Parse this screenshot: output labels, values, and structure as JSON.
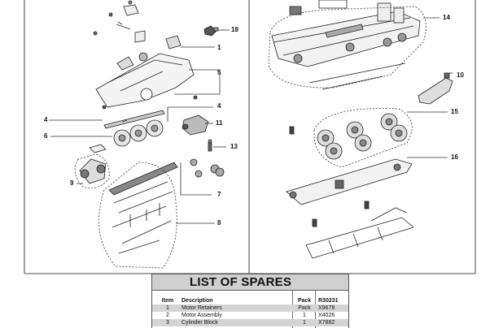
{
  "callouts": {
    "c18": "18",
    "c1": "1",
    "c5": "5",
    "c4a": "4",
    "c4b": "4",
    "c6": "6",
    "c11": "11",
    "c13": "13",
    "c9": "9",
    "c7": "7",
    "c8": "8",
    "c14": "14",
    "c10": "10",
    "c15": "15",
    "c16": "16"
  },
  "spares": {
    "title": "LIST OF SPARES",
    "headers": {
      "item": "Item",
      "description": "Description",
      "pack": "Pack",
      "code": "R30231"
    },
    "rows": [
      {
        "item": "1",
        "description": "Motor Retainers",
        "pack": "Pack",
        "code": "X9678"
      },
      {
        "item": "2",
        "description": "Motor Assembly",
        "pack": "1",
        "code": "X4026"
      },
      {
        "item": "3",
        "description": "Cylinder Block",
        "pack": "1",
        "code": "X7882"
      }
    ]
  }
}
